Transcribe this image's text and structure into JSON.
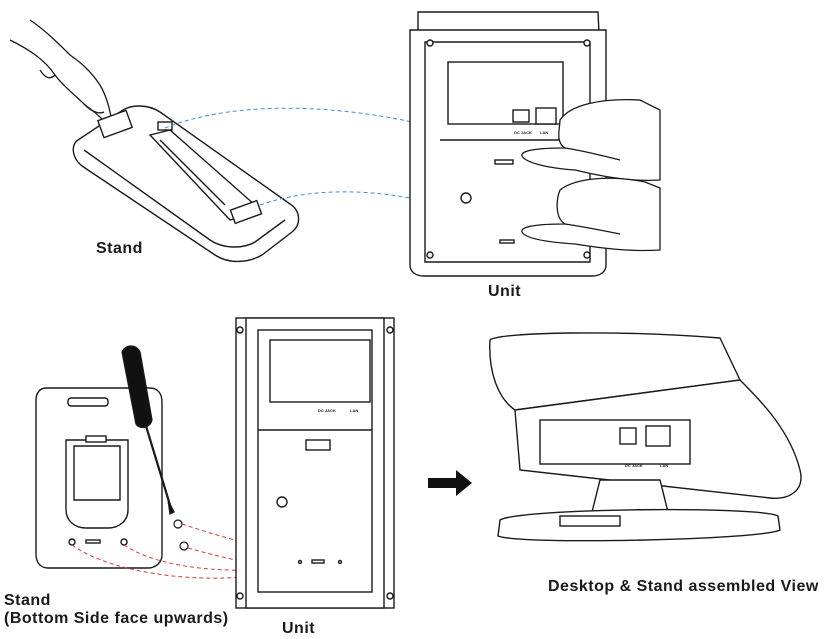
{
  "labels": {
    "stand_top": "Stand",
    "unit_top": "Unit",
    "stand_bottom_line1": "Stand",
    "stand_bottom_line2": "(Bottom Side face upwards)",
    "unit_bottom": "Unit",
    "assembled": "Desktop & Stand assembled View"
  },
  "port_labels": {
    "dc_jack": "DC JACK",
    "lan": "LAN"
  },
  "colors": {
    "line": "#1a1a1a",
    "blue_guide": "#3a8fd8",
    "red_guide": "#d23b3b"
  }
}
